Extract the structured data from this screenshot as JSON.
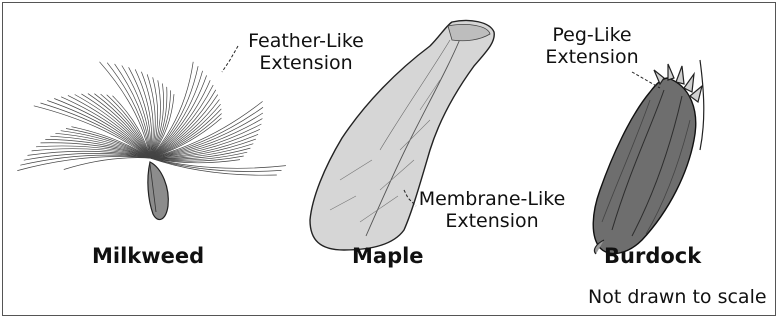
{
  "seeds": [
    {
      "name": "Milkweed",
      "extension_line1": "Feather-Like",
      "extension_line2": "Extension"
    },
    {
      "name": "Maple",
      "extension_line1": "Membrane-Like",
      "extension_line2": "Extension"
    },
    {
      "name": "Burdock",
      "extension_line1": "Peg-Like",
      "extension_line2": "Extension"
    }
  ],
  "footnote": "Not drawn to scale"
}
